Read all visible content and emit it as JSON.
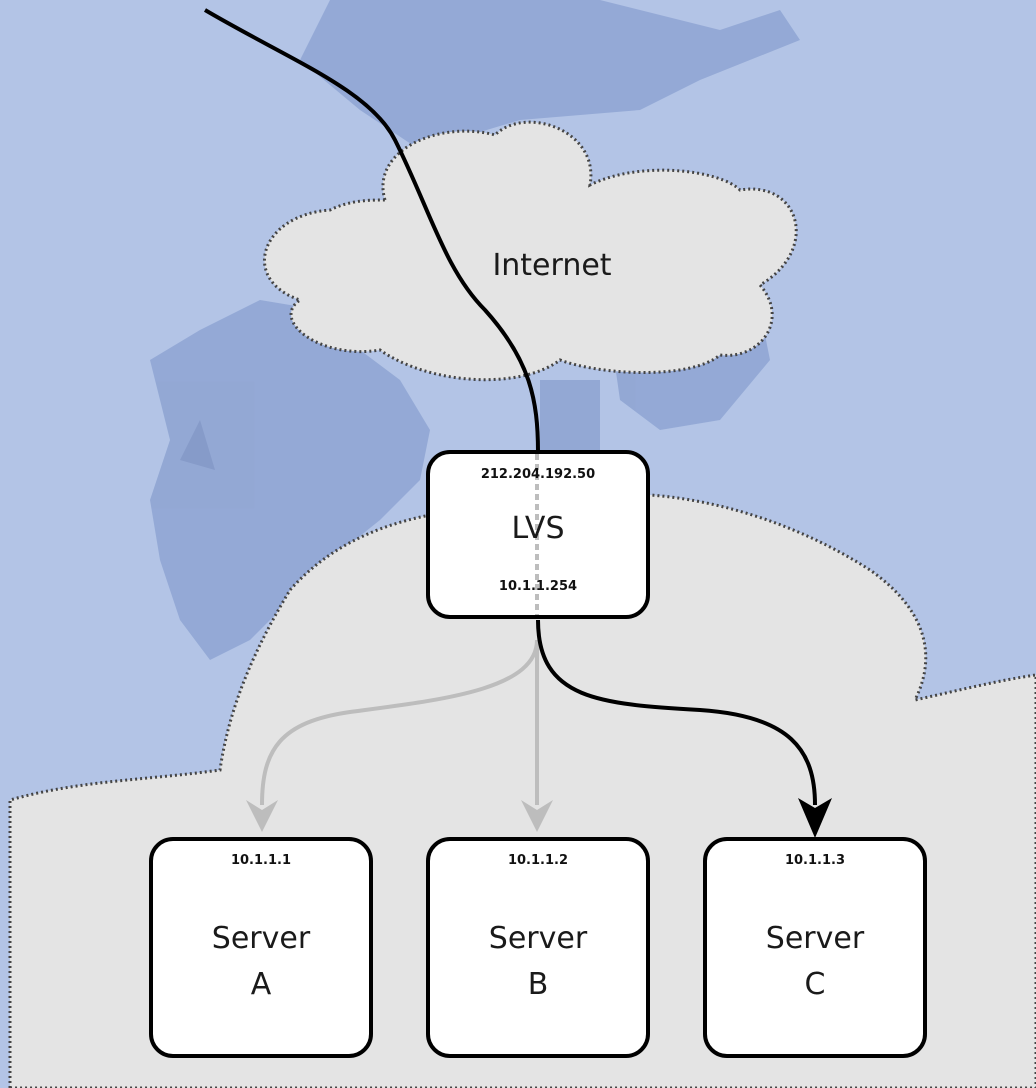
{
  "diagram": {
    "internet_label": "Internet",
    "lvs": {
      "label": "LVS",
      "public_ip": "212.204.192.50",
      "private_ip": "10.1.1.254"
    },
    "servers": [
      {
        "line1": "Server",
        "line2": "A",
        "ip": "10.1.1.1"
      },
      {
        "line1": "Server",
        "line2": "B",
        "ip": "10.1.1.2"
      },
      {
        "line1": "Server",
        "line2": "C",
        "ip": "10.1.1.3"
      }
    ]
  },
  "colors": {
    "background": "#b3c4e6",
    "cloud_fill": "#e4e4e4",
    "node_fill": "#ffffff",
    "active_link": "#000000",
    "inactive_link": "#bdbdbd"
  }
}
